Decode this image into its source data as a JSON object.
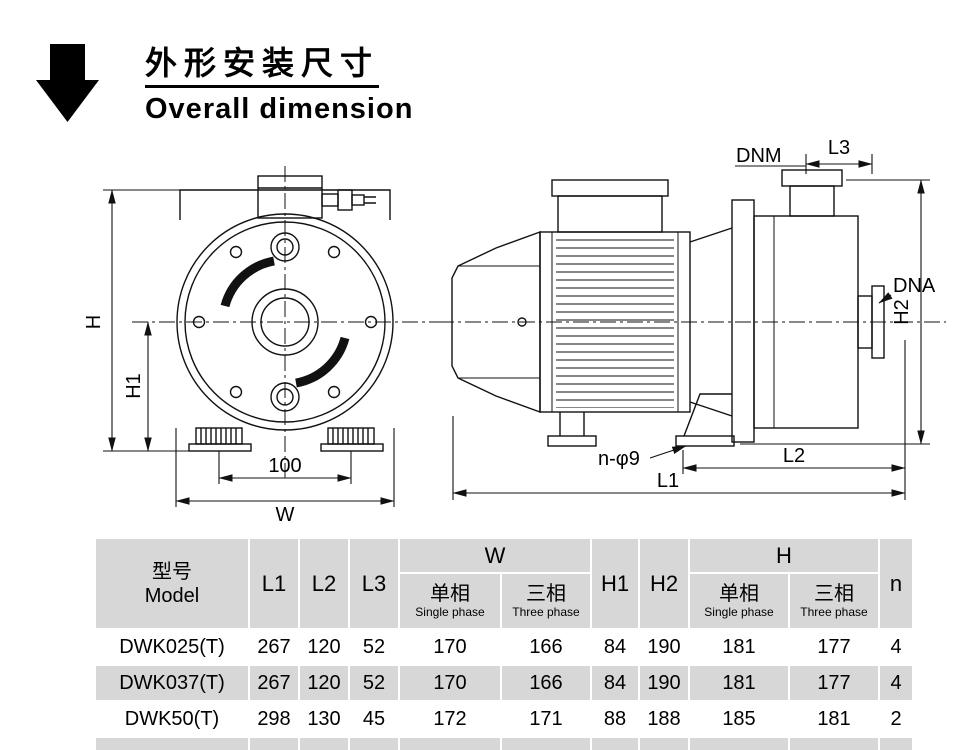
{
  "header": {
    "title_cn": "外形安装尺寸",
    "title_en": "Overall dimension"
  },
  "diagram": {
    "labels": {
      "h": "H",
      "h1": "H1",
      "foot_span": "100",
      "w": "W",
      "dnm": "DNM",
      "l3": "L3",
      "dna": "DNA",
      "h2": "H2",
      "n_holes": "n-φ9",
      "l2": "L2",
      "l1": "L1"
    }
  },
  "table": {
    "headers": {
      "model_cn": "型号",
      "model_en": "Model",
      "l1": "L1",
      "l2": "L2",
      "l3": "L3",
      "w": "W",
      "h": "H",
      "h1": "H1",
      "h2": "H2",
      "n": "n",
      "single_cn": "单相",
      "single_en": "Single phase",
      "three_cn": "三相",
      "three_en": "Three phase"
    },
    "rows": [
      {
        "model": "DWK025(T)",
        "l1": "267",
        "l2": "120",
        "l3": "52",
        "w_single": "170",
        "w_three": "166",
        "h1": "84",
        "h2": "190",
        "h_single": "181",
        "h_three": "177",
        "n": "4"
      },
      {
        "model": "DWK037(T)",
        "l1": "267",
        "l2": "120",
        "l3": "52",
        "w_single": "170",
        "w_three": "166",
        "h1": "84",
        "h2": "190",
        "h_single": "181",
        "h_three": "177",
        "n": "4"
      },
      {
        "model": "DWK50(T)",
        "l1": "298",
        "l2": "130",
        "l3": "45",
        "w_single": "172",
        "w_three": "171",
        "h1": "88",
        "h2": "188",
        "h_single": "185",
        "h_three": "181",
        "n": "2"
      }
    ]
  },
  "colors": {
    "ink": "#000000",
    "table_header_bg": "#d7d7d7",
    "row_alt_bg": "#d7d7d7"
  }
}
